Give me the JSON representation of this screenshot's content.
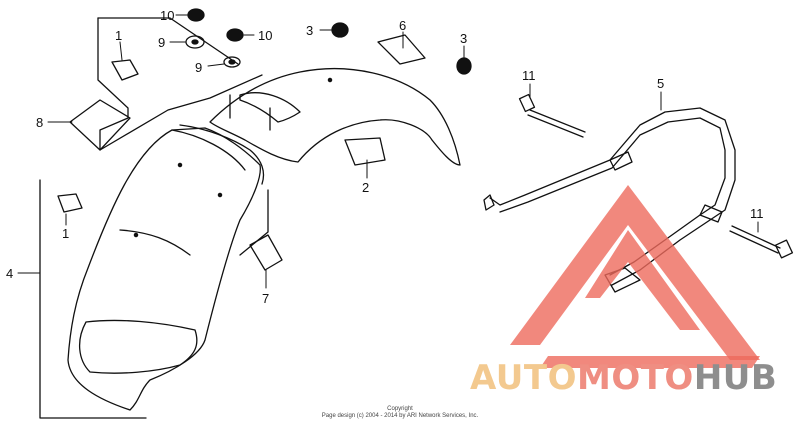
{
  "callouts": [
    "10",
    "9",
    "10",
    "9",
    "1",
    "8",
    "1",
    "4",
    "7",
    "3",
    "6",
    "3",
    "2",
    "11",
    "5",
    "11"
  ],
  "copyright": {
    "line1": "Copyright",
    "line2": "Page design (c) 2004 - 2014 by ARI Network Services, Inc."
  },
  "watermark": {
    "part1": "AUTO",
    "part2": "MOTO",
    "part3": "HUB",
    "colors": {
      "auto": "#f3c98f",
      "moto": "#ef8e82",
      "hub": "#8e8e8e",
      "triangle": "#ee6a5c"
    }
  }
}
